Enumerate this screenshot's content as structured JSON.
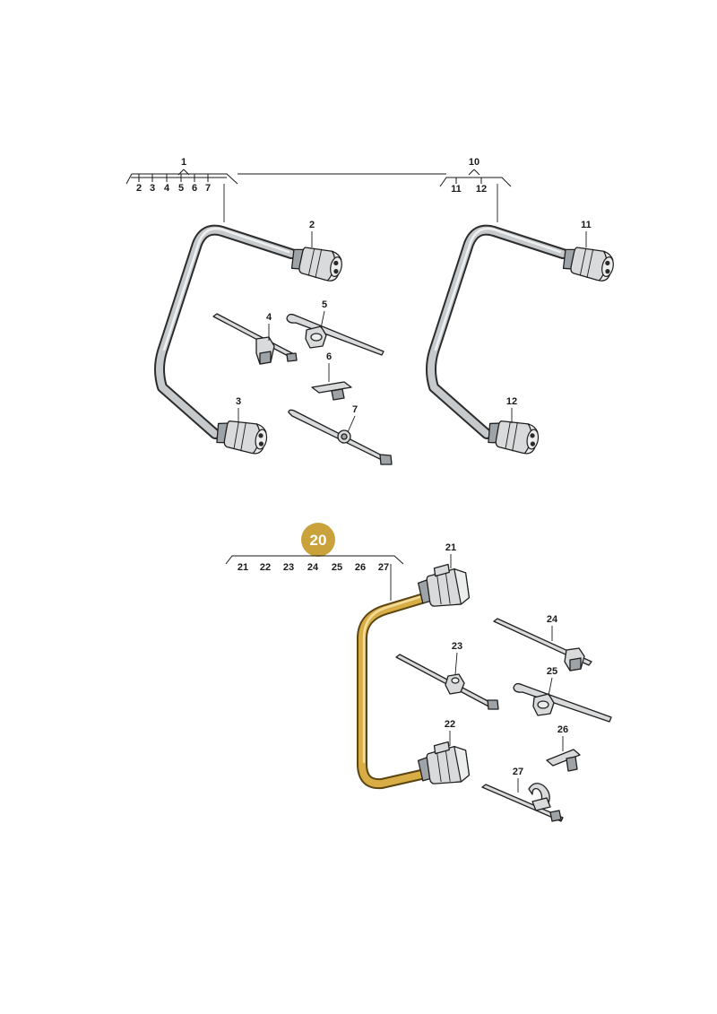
{
  "diagram": {
    "group_a": {
      "root": "1",
      "children": [
        "2",
        "3",
        "4",
        "5",
        "6",
        "7"
      ],
      "callouts": {
        "c2": "2",
        "c3": "3",
        "c4": "4",
        "c5": "5",
        "c6": "6",
        "c7": "7"
      }
    },
    "group_b": {
      "root": "10",
      "children": [
        "11",
        "12"
      ],
      "callouts": {
        "c11": "11",
        "c12": "12"
      }
    },
    "group_c": {
      "root": "20",
      "children": [
        "21",
        "22",
        "23",
        "24",
        "25",
        "26",
        "27"
      ],
      "callouts": {
        "c21": "21",
        "c22": "22",
        "c23": "23",
        "c24": "24",
        "c25": "25",
        "c26": "26",
        "c27": "27"
      }
    },
    "colors": {
      "highlight": "#c9a23b",
      "cable_grey": "#c6cacd",
      "cable_yellow": "#d9ad45"
    }
  }
}
